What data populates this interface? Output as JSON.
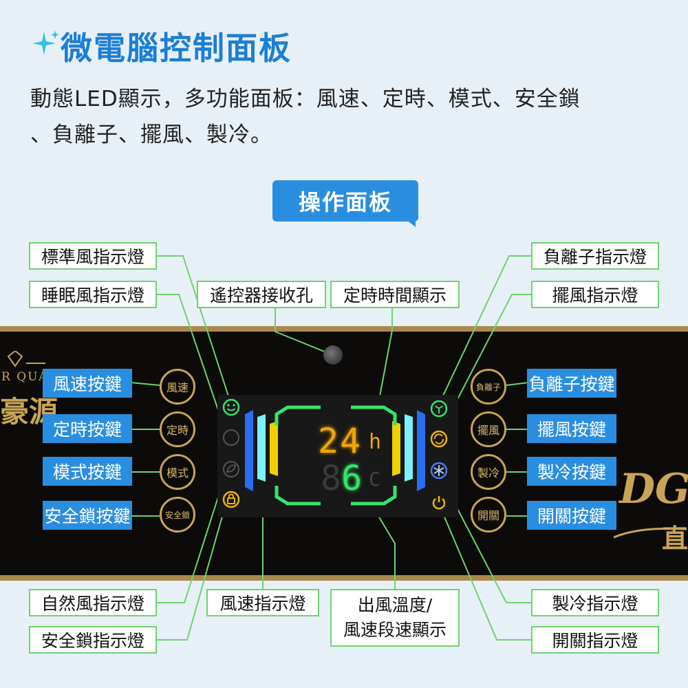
{
  "title": "微電腦控制面板",
  "description": {
    "line1": "動態LED顯示，多功能面板：風速、定時、模式、安全鎖",
    "line2": "、負離子、擺風、製冷。"
  },
  "section_badge": "操作面板",
  "brand": {
    "partial_text": "R QUA",
    "partial_cn": "豪源",
    "right_logo": "DG",
    "right_cn": "直"
  },
  "left_buttons": [
    {
      "panel_label": "風速",
      "callout": "風速按鍵"
    },
    {
      "panel_label": "定時",
      "callout": "定時按鍵"
    },
    {
      "panel_label": "模式",
      "callout": "模式按鍵"
    },
    {
      "panel_label": "安全鎖",
      "callout": "安全鎖按鍵"
    }
  ],
  "right_buttons": [
    {
      "panel_label": "負離子",
      "callout": "負離子按鍵"
    },
    {
      "panel_label": "擺風",
      "callout": "擺風按鍵"
    },
    {
      "panel_label": "製冷",
      "callout": "製冷按鍵"
    },
    {
      "panel_label": "開關",
      "callout": "開關按鍵"
    }
  ],
  "callouts": {
    "standard_wind": "標準風指示燈",
    "sleep_wind": "睡眠風指示燈",
    "remote_receiver": "遙控器接收孔",
    "timer_display": "定時時間顯示",
    "anion_indicator": "負離子指示燈",
    "swing_indicator": "擺風指示燈",
    "natural_wind": "自然風指示燈",
    "lock_indicator": "安全鎖指示燈",
    "speed_indicator": "風速指示燈",
    "temp_display": "出風溫度/\n風速段速顯示",
    "cool_indicator": "製冷指示燈",
    "power_indicator": "開關指示燈"
  },
  "display": {
    "timer_digits": "24",
    "timer_unit": "h",
    "temp_digits": "6",
    "temp_unit": "C"
  },
  "colors": {
    "accent": "#2a8ee0",
    "callout_border": "#6dd36d",
    "gold": "#c8a555",
    "green_led": "#36e36a",
    "amber_led": "#f0b400"
  }
}
